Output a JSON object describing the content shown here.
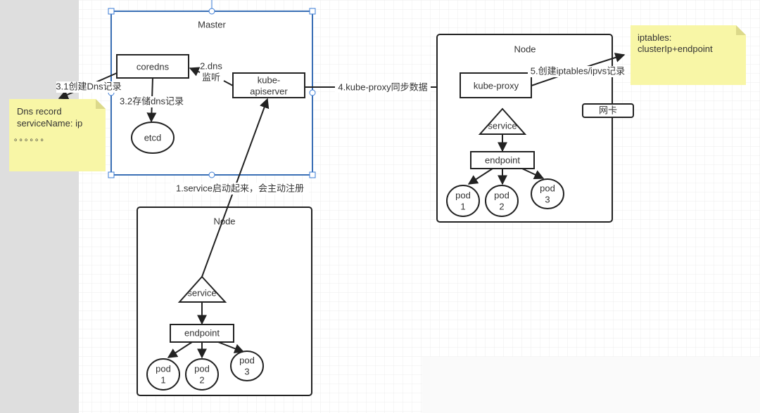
{
  "master": {
    "title": "Master",
    "coredns": "coredns",
    "apiserver_line1": "kube-",
    "apiserver_line2": "apiserver",
    "etcd": "etcd"
  },
  "edges": {
    "dns_watch_line1": "2.dns",
    "dns_watch_line2": "监听",
    "create_dns": "3.1创建Dns记录",
    "store_dns": "3.2存储dns记录",
    "register": "1.service启动起来，会主动注册",
    "sync": "4.kube-proxy同步数据",
    "create_iptables": "5.创建iptables/ipvs记录"
  },
  "note_dns": {
    "line1": "Dns record",
    "line2": "serviceName: ip",
    "line3": "。。。。。。"
  },
  "note_iptables": {
    "line1": "iptables:",
    "line2": "clusterIp+endpoint"
  },
  "node_right": {
    "title": "Node",
    "kube_proxy": "kube-proxy",
    "nic": "网卡",
    "service": "service",
    "endpoint": "endpoint",
    "pods": [
      {
        "l1": "pod",
        "l2": "1"
      },
      {
        "l1": "pod",
        "l2": "2"
      },
      {
        "l1": "pod",
        "l2": "3"
      }
    ]
  },
  "node_bottom": {
    "title": "Node",
    "service": "service",
    "endpoint": "endpoint",
    "pods": [
      {
        "l1": "pod",
        "l2": "1"
      },
      {
        "l1": "pod",
        "l2": "2"
      },
      {
        "l1": "pod",
        "l2": "3"
      }
    ]
  },
  "colors": {
    "note": "#f8f6a6",
    "selection": "#3a7bd5",
    "grid": "#e9e9e9",
    "side": "#dcdcdc"
  }
}
